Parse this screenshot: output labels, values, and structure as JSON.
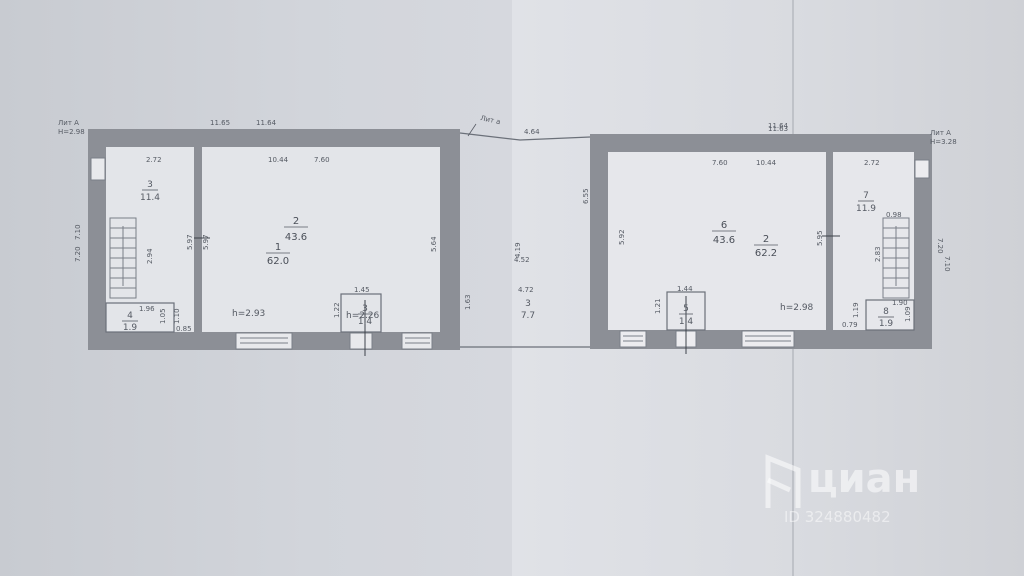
{
  "plan": {
    "left_building": {
      "lit_label": "Лит А",
      "height_label": "Н=2.98",
      "top_dims": [
        "11.65",
        "11.64"
      ],
      "side_dims": [
        "7.20",
        "7.10"
      ],
      "rooms": [
        {
          "num": "1",
          "area": "62.0"
        },
        {
          "num": "2",
          "area": "43.6"
        },
        {
          "num": "3",
          "area": "11.4"
        },
        {
          "num": "4",
          "area": "1.9"
        },
        {
          "num": "3",
          "area": "1.4"
        }
      ],
      "dims": {
        "d272": "2.72",
        "d1044": "10.44",
        "d760": "7.60",
        "d597a": "5.97",
        "d597b": "5.97",
        "d564": "5.64",
        "d294": "2.94",
        "d196": "1.96",
        "d105": "1.05",
        "d110": "1.10",
        "d085": "0.85",
        "d145": "1.45",
        "d122": "1.22"
      },
      "h_label": "h=2.93",
      "h2_label": "h=2.26"
    },
    "middle": {
      "lit_label": "Лит а",
      "dims": {
        "top": "4.64",
        "side_left": "1.63",
        "side_mid": "4.19",
        "side_mid2": "4.52",
        "bottom": "4.72"
      },
      "room": {
        "num": "3",
        "area": "7.7"
      }
    },
    "right_building": {
      "top_dims": [
        "11.64",
        "11.63"
      ],
      "lit_label": "Лит А",
      "height_label": "Н=3.28",
      "side_dims": [
        "7.10",
        "7.20"
      ],
      "rooms": [
        {
          "num": "6",
          "area": "43.6"
        },
        {
          "num": "2",
          "area": "62.2"
        },
        {
          "num": "7",
          "area": "11.9"
        },
        {
          "num": "5",
          "area": "1.4"
        },
        {
          "num": "8",
          "area": "1.9"
        }
      ],
      "dims": {
        "d760": "7.60",
        "d1044": "10.44",
        "d272": "2.72",
        "d592": "5.92",
        "d595": "5.95",
        "d655": "6.55",
        "d098": "0.98",
        "d283": "2.83",
        "d144": "1.44",
        "d121": "1.21",
        "d190": "1.90",
        "d119": "1.19",
        "d079": "0.79",
        "d109": "1.09"
      },
      "h_label": "h=2.98"
    }
  },
  "watermark": {
    "brand": "циан",
    "listing_id": "ID 324880482"
  },
  "colors": {
    "wall": "#8c8f96",
    "line": "#3e434b"
  }
}
